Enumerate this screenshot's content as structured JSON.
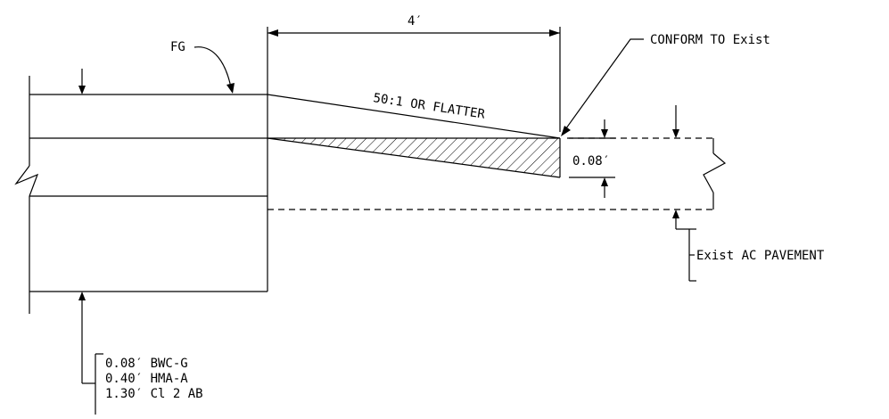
{
  "labels": {
    "dimension_width": "4′",
    "slope": "50:1 OR FLATTER",
    "finished_grade": "FG",
    "conform": "CONFORM TO Exist",
    "thickness": "0.08′",
    "existing_pavement": "Exist AC PAVEMENT",
    "section_layers": [
      "0.08′ BWC-G",
      "0.40′ HMA-A",
      "1.30′ Cl 2 AB"
    ]
  }
}
